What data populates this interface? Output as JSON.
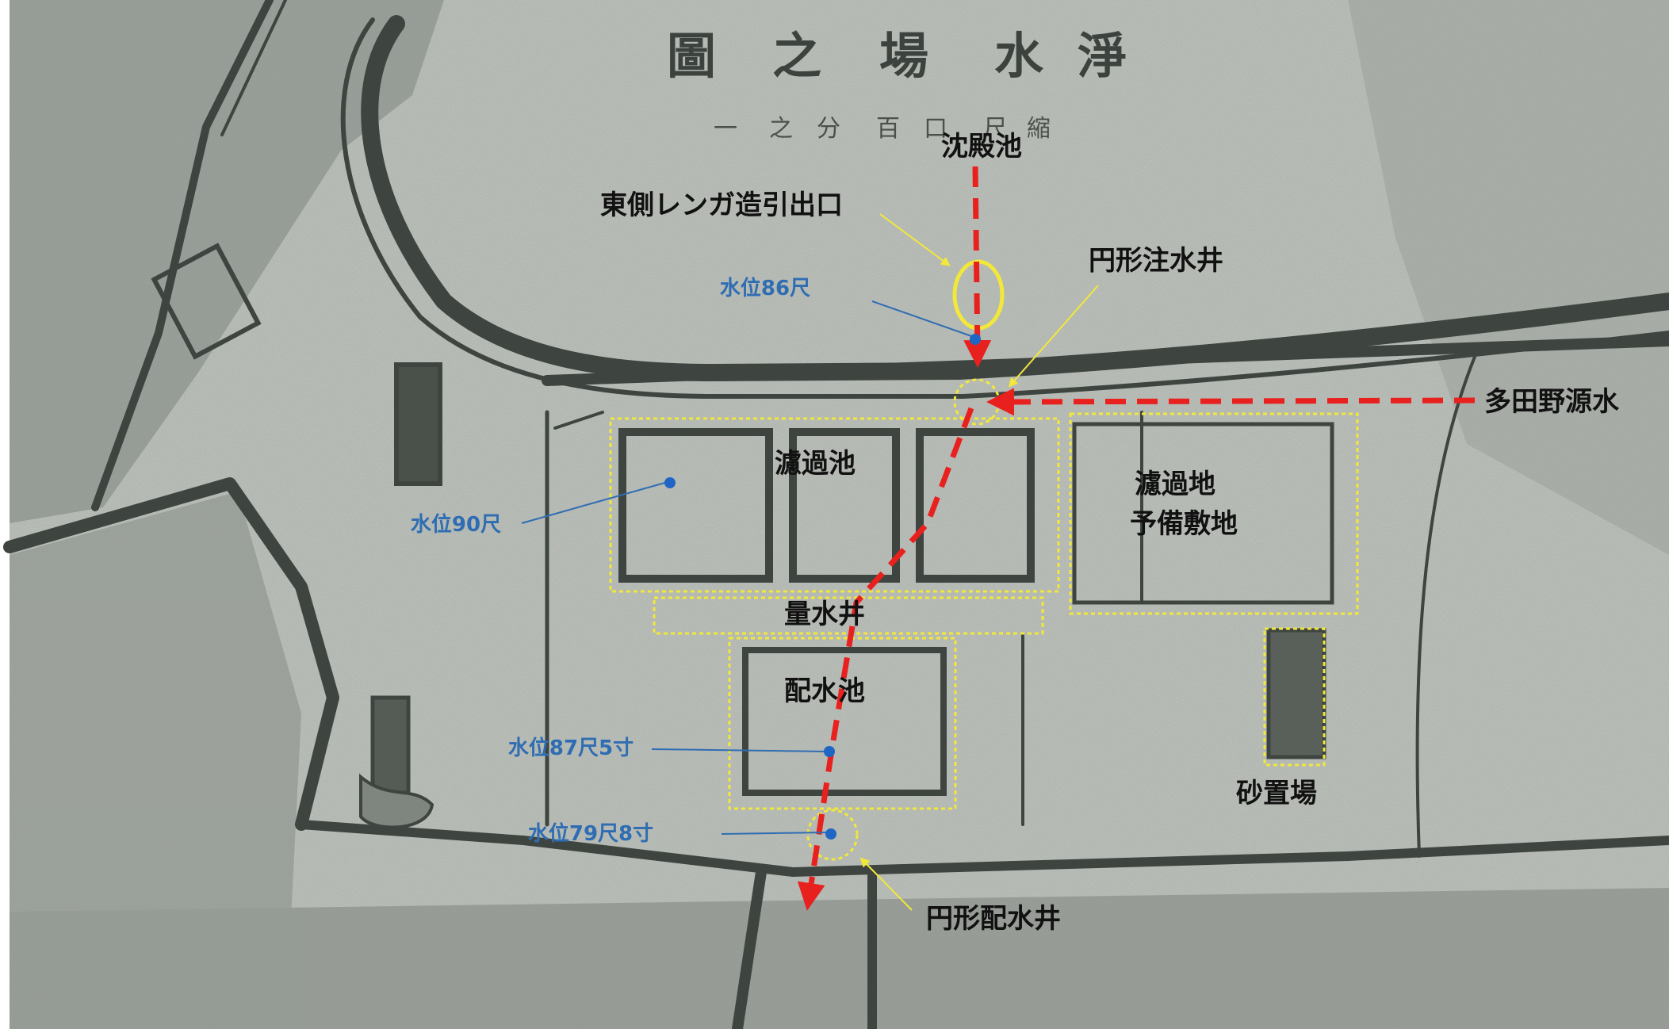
{
  "map": {
    "title": "淨水場之圖",
    "scale_note": "縮尺口百分之一",
    "colors": {
      "paper": "#a8aea7",
      "ink": "#3e4540",
      "flow": "#e8201e",
      "highlight": "#f2e83a",
      "label": "#111111",
      "water_level": "#2f6db3"
    }
  },
  "facilities": {
    "sedimentation_pond": "沈殿池",
    "east_brick_outlet": "東側レンガ造引出口",
    "circular_intake_well": "円形注水井",
    "tadano_source": "多田野源水",
    "filter_pond": "濾過池",
    "filter_reserve_line1": "濾過地",
    "filter_reserve_line2": "予備敷地",
    "metering_well": "量水井",
    "distribution_reservoir": "配水池",
    "sand_storage": "砂置場",
    "circular_distribution_well": "円形配水井"
  },
  "water_levels": {
    "outlet": "水位86尺",
    "filter": "水位90尺",
    "reservoir": "水位87尺5寸",
    "distribution_well": "水位79尺8寸"
  }
}
